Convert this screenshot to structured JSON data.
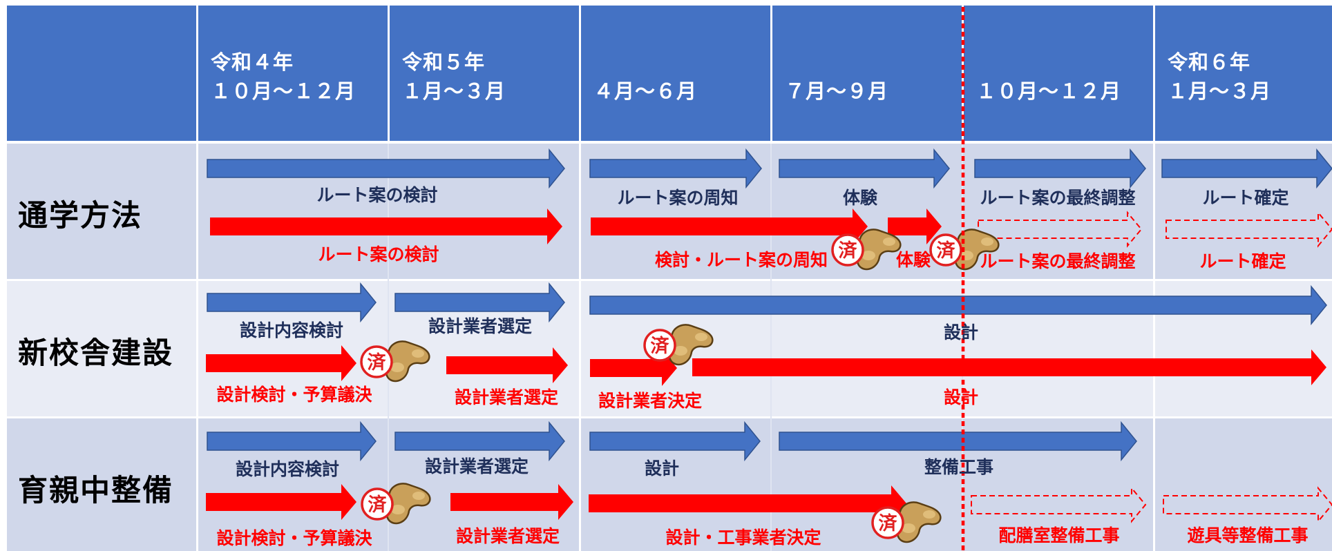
{
  "header": {
    "columns": [
      {
        "line1": "令和４年",
        "line2": "１０月～１２月"
      },
      {
        "line1": "令和５年",
        "line2": "１月～３月"
      },
      {
        "line1": "",
        "line2": "４月～６月"
      },
      {
        "line1": "",
        "line2": "７月～９月"
      },
      {
        "line1": "",
        "line2": "１０月～１２月"
      },
      {
        "line1": "令和６年",
        "line2": "１月～３月"
      }
    ]
  },
  "rows": [
    {
      "label": "通学方法",
      "plan_labels": [
        "ルート案の検討",
        "ルート案の周知",
        "体験",
        "ルート案の最終調整",
        "ルート確定"
      ],
      "actual_labels": [
        "ルート案の検討",
        "検討・ルート案の周知",
        "体験",
        "ルート案の最終調整",
        "ルート確定"
      ]
    },
    {
      "label": "新校舎建設",
      "plan_labels": [
        "設計内容検討",
        "設計業者選定",
        "設計"
      ],
      "actual_labels": [
        "設計検討・予算議決",
        "設計業者選定",
        "設計業者決定",
        "設計"
      ]
    },
    {
      "label": "育親中整備",
      "plan_labels": [
        "設計内容検討",
        "設計業者選定",
        "設計",
        "整備工事"
      ],
      "actual_labels": [
        "設計検討・予算議決",
        "設計業者選定",
        "設計・工事業者決定",
        "配膳室整備工事",
        "遊具等整備工事"
      ]
    }
  ],
  "stamp_text": "済",
  "colors": {
    "header_bg": "#4472c4",
    "row_bg_dark": "#d0d7ea",
    "row_bg_light": "#e9ecf5",
    "plan_arrow": "#4472c4",
    "actual_arrow": "#ff0000",
    "today_line": "#ff0000",
    "stamp_body": "#c9a05a"
  }
}
